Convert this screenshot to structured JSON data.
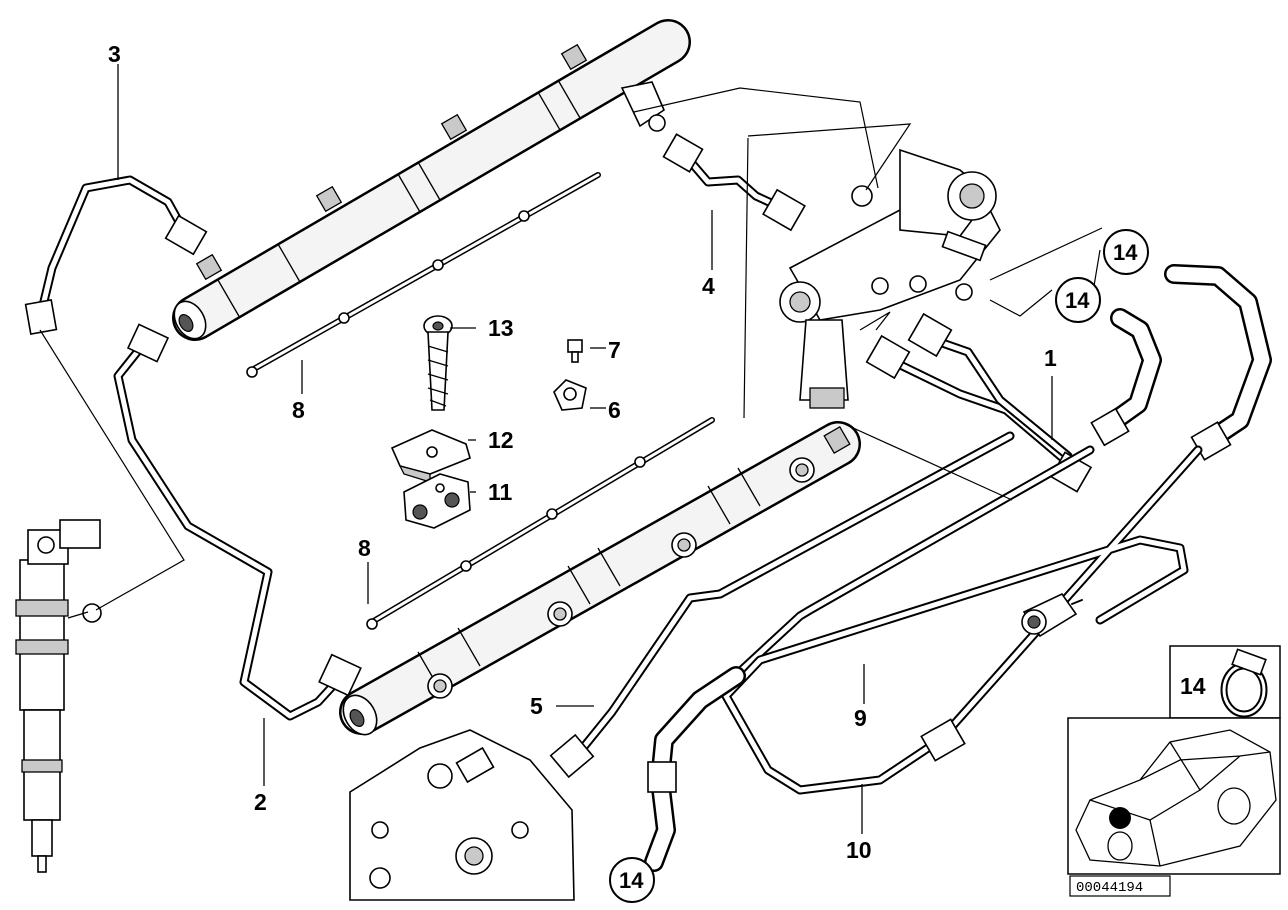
{
  "diagram": {
    "callouts": {
      "c1": "1",
      "c2": "2",
      "c3": "3",
      "c4": "4",
      "c5": "5",
      "c6": "6",
      "c7": "7",
      "c8a": "8",
      "c8b": "8",
      "c9": "9",
      "c10": "10",
      "c11": "11",
      "c12": "12",
      "c13": "13",
      "c14a": "14",
      "c14b": "14",
      "c14c": "14",
      "c14d": "14"
    },
    "reference_number": "00044194"
  }
}
